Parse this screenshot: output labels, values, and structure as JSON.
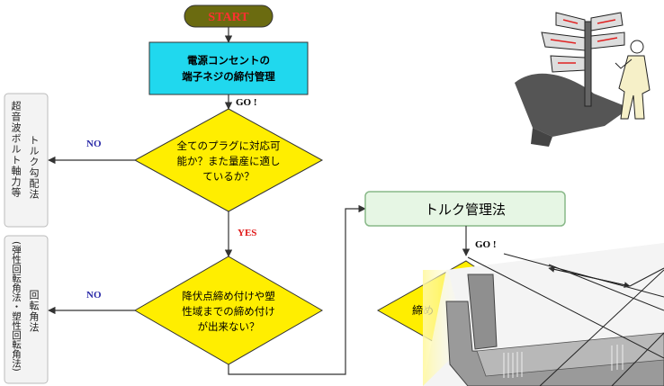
{
  "flow": {
    "start_label": "START",
    "process_line1": "電源コンセントの",
    "process_line2": "端子ネジの締付管理",
    "go_label": "GO !",
    "decision1_line1": "全てのプラグに対応可",
    "decision1_line2": "能か？また量産に適し",
    "decision1_line3": "ているか？",
    "yes_label": "YES",
    "no_label_1": "NO",
    "decision2_line1": "降伏点締め付けや塑",
    "decision2_line2": "性域までの締め付け",
    "decision2_line3": "が出来ない？",
    "no_label_2": "NO"
  },
  "side": {
    "box1_col1": "超音波ボルト軸力等",
    "box1_col2": "トルク勾配法",
    "box2_col1": "(弾性回転角法・塑性回転角法)",
    "box2_col2": "回転角法"
  },
  "right": {
    "method_title": "トルク管理法",
    "go_label": "GO !",
    "partial_label": "締め"
  },
  "colors": {
    "start_fill": "#6b6b10",
    "start_text": "#ff3030",
    "process_fill": "#20d8ee",
    "decision_fill": "#ffee00",
    "accent_text": "#2a2aa8",
    "yes_text": "#e01818",
    "method_fill": "#e6f6e4",
    "method_border": "#88b888"
  }
}
